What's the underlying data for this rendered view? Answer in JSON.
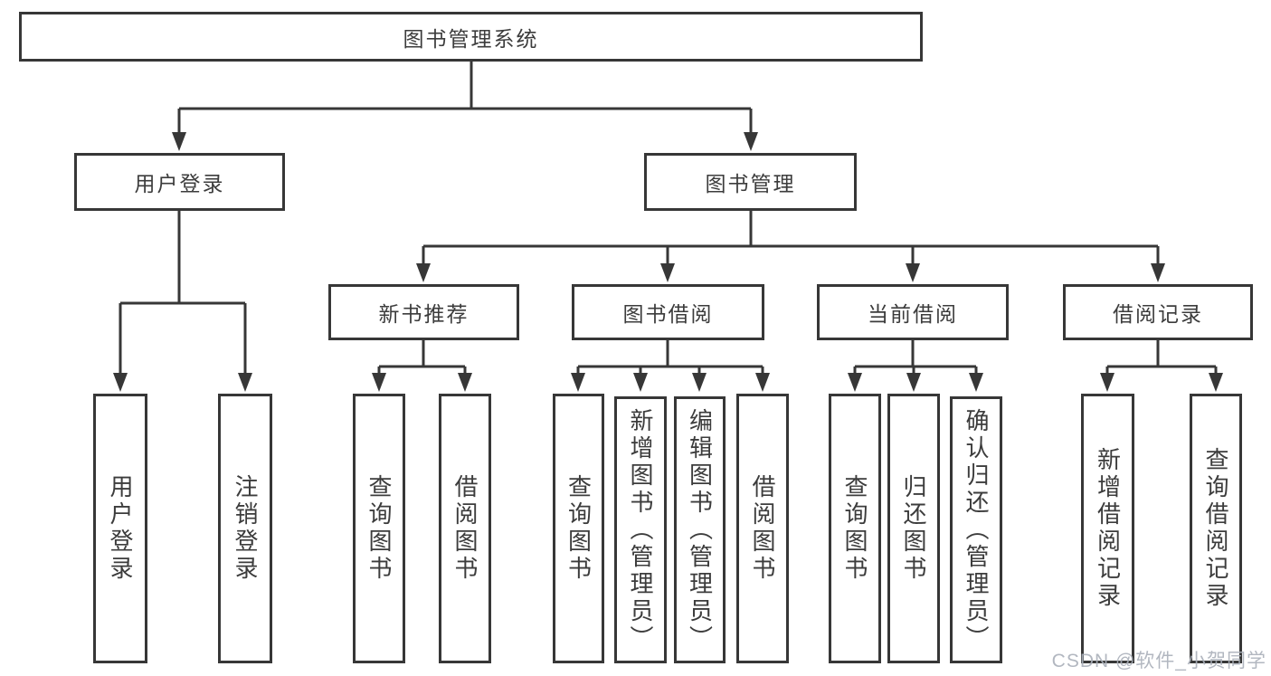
{
  "diagram": {
    "root": {
      "label": "图书管理系统"
    },
    "level2": [
      {
        "label": "用户登录",
        "children": [
          {
            "label": "用户登录"
          },
          {
            "label": "注销登录"
          }
        ]
      },
      {
        "label": "图书管理",
        "children": [
          {
            "label": "新书推荐",
            "children": [
              {
                "label": "查询图书"
              },
              {
                "label": "借阅图书"
              }
            ]
          },
          {
            "label": "图书借阅",
            "children": [
              {
                "label": "查询图书"
              },
              {
                "label": "新增图书（管理员）"
              },
              {
                "label": "编辑图书（管理员）"
              },
              {
                "label": "借阅图书"
              }
            ]
          },
          {
            "label": "当前借阅",
            "children": [
              {
                "label": "查询图书"
              },
              {
                "label": "归还图书"
              },
              {
                "label": "确认归还（管理员）"
              }
            ]
          },
          {
            "label": "借阅记录",
            "children": [
              {
                "label": "新增借阅记录"
              },
              {
                "label": "查询借阅记录"
              }
            ]
          }
        ]
      }
    ]
  },
  "watermark": {
    "text": "CSDN @软件_小贺同学"
  },
  "colors": {
    "line": "#373737",
    "box_border": "#373737",
    "text": "#3c3c3c",
    "watermark": "#aab0ba",
    "background": "#ffffff"
  }
}
